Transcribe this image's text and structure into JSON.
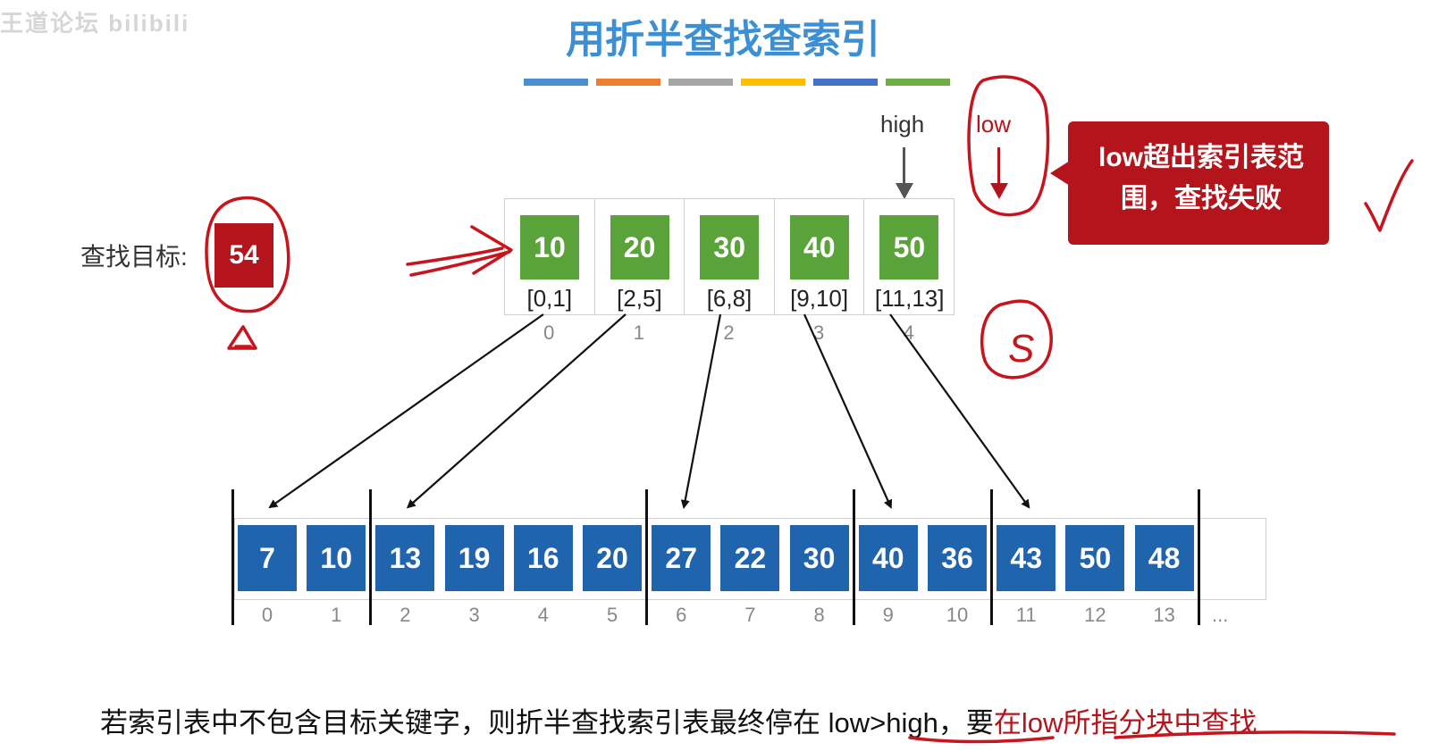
{
  "watermark": "王道论坛 bilibili",
  "title": "用折半查找查索引",
  "color_bars": [
    "#4a90d0",
    "#ee7d31",
    "#a5a5a5",
    "#ffbf00",
    "#4472c4",
    "#70ad47"
  ],
  "pointers": {
    "high": "high",
    "low": "low"
  },
  "target": {
    "label": "查找目标:",
    "value": "54"
  },
  "callout": {
    "line1": "low超出索引表范",
    "line2": "围，查找失败"
  },
  "index_table": [
    {
      "max": "10",
      "range": "[0,1]",
      "index": "0"
    },
    {
      "max": "20",
      "range": "[2,5]",
      "index": "1"
    },
    {
      "max": "30",
      "range": "[6,8]",
      "index": "2"
    },
    {
      "max": "40",
      "range": "[9,10]",
      "index": "3"
    },
    {
      "max": "50",
      "range": "[11,13]",
      "index": "4"
    }
  ],
  "main_table": [
    {
      "value": "7",
      "index": "0"
    },
    {
      "value": "10",
      "index": "1"
    },
    {
      "value": "13",
      "index": "2"
    },
    {
      "value": "19",
      "index": "3"
    },
    {
      "value": "16",
      "index": "4"
    },
    {
      "value": "20",
      "index": "5"
    },
    {
      "value": "27",
      "index": "6"
    },
    {
      "value": "22",
      "index": "7"
    },
    {
      "value": "30",
      "index": "8"
    },
    {
      "value": "40",
      "index": "9"
    },
    {
      "value": "36",
      "index": "10"
    },
    {
      "value": "43",
      "index": "11"
    },
    {
      "value": "50",
      "index": "12"
    },
    {
      "value": "48",
      "index": "13"
    }
  ],
  "main_ellipsis": "...",
  "annotation_s": "S",
  "bottom": {
    "prefix": "若索引表中不包含目标关键字，则折半查找索引表最终停在 ",
    "cond": "low>high",
    "middle": "，要",
    "highlight": "在low所指分块中查找"
  },
  "colors": {
    "title": "#3d8fd4",
    "green": "#5aa33a",
    "blue": "#1f64ad",
    "red": "#b4151c"
  }
}
